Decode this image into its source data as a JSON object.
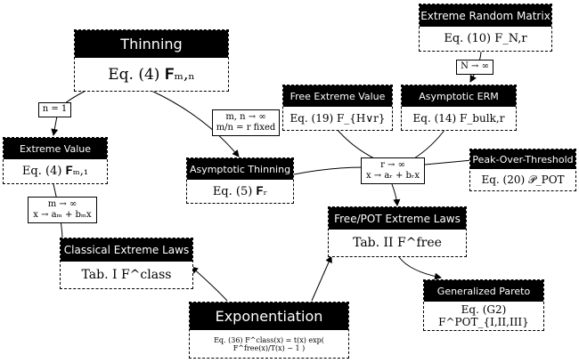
{
  "nodes": {
    "thinning": {
      "title": "Thinning",
      "eq": "Eq. (4) 𝐅ₘ,ₙ"
    },
    "extreme_random_matrix": {
      "title": "Extreme Random Matrix",
      "eq": "Eq. (10) F_N,r"
    },
    "free_extreme_value": {
      "title": "Free Extreme Value",
      "eq": "Eq. (19) F_{H∨r}"
    },
    "asymptotic_erm": {
      "title": "Asymptotic ERM",
      "eq": "Eq. (14) F_bulk,r"
    },
    "extreme_value": {
      "title": "Extreme Value",
      "eq": "Eq. (4) 𝐅ₘ,₁"
    },
    "asymptotic_thinning": {
      "title": "Asymptotic Thinning",
      "eq": "Eq. (5) 𝐅ᵣ"
    },
    "peak_over_threshold": {
      "title": "Peak-Over-Threshold",
      "eq": "Eq. (20) 𝒫_POT"
    },
    "free_pot_laws": {
      "title": "Free/POT Extreme Laws",
      "eq": "Tab. II F^free"
    },
    "classical_laws": {
      "title": "Classical Extreme Laws",
      "eq": "Tab. I F^class"
    },
    "generalized_pareto": {
      "title": "Generalized Pareto",
      "eq": "Eq. (G2) F^POT_{I,II,III}"
    },
    "exponentiation": {
      "title": "Exponentiation",
      "eq": "Eq. (36) F^class(x) = t(x) exp( F^free(x)/T(x) − 1 )"
    }
  },
  "edge_labels": {
    "n_eq_1": [
      "n = 1"
    ],
    "n_to_inf": [
      "N → ∞"
    ],
    "mn_inf": [
      "m, n → ∞",
      "m/n = r   fixed"
    ],
    "m_inf": [
      "m → ∞",
      "x → aₘ + bₘx"
    ],
    "r_inf": [
      "r → ∞",
      "x → aᵣ + bᵣx"
    ]
  }
}
